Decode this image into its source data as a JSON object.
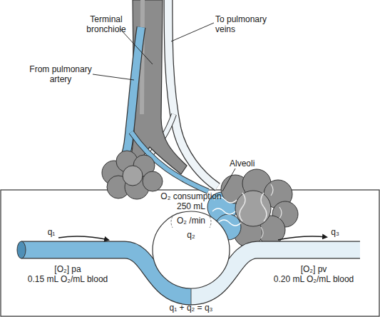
{
  "diagram": {
    "nodes": [
      {
        "text": [
          "O₂ consumption 250 mL",
          "O₂ /min"
        ]
      }
    ],
    "labels": [
      "Terminal bronchiole",
      "To pulmonary veins",
      "From pulmonary artery",
      "Alveoli",
      "q₁",
      "q₂",
      "q₃",
      "[O₂] pa",
      "0.15 mL O₂/mL blood",
      "[O₂] pv",
      "0.20 mL O₂/mL blood",
      "q₁ + q₂ = q₃"
    ]
  }
}
